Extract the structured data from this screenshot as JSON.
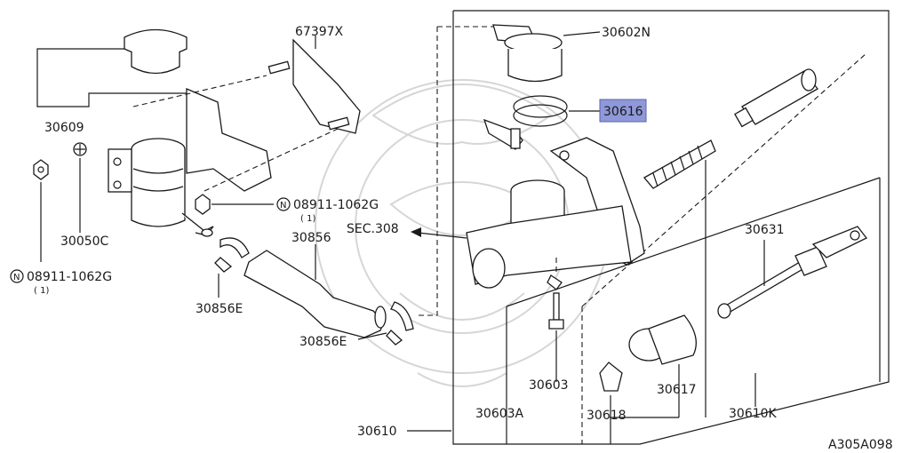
{
  "diagram_id": "A305A098",
  "colors": {
    "highlight": "#8f98d9",
    "line": "#1a1a1a",
    "watermark": "#d6d6d6"
  },
  "callouts": {
    "c67397x": "67397X",
    "c30609": "30609",
    "c30050c": "30050C",
    "bolt_a_code": "08911-1062G",
    "bolt_a_qty": "( 1)",
    "bolt_b_code": "08911-1062G",
    "bolt_b_qty": "( 1)",
    "nut_symbol": "N",
    "c30856": "30856",
    "c30856e_left": "30856E",
    "c30856e_right": "30856E",
    "sec_ref": "SEC.308",
    "c30602n": "30602N",
    "c30616": "30616",
    "c30631": "30631",
    "c30603": "30603",
    "c30603a": "30603A",
    "c30617": "30617",
    "c30618": "30618",
    "c30610": "30610",
    "c30610k": "30610K"
  }
}
